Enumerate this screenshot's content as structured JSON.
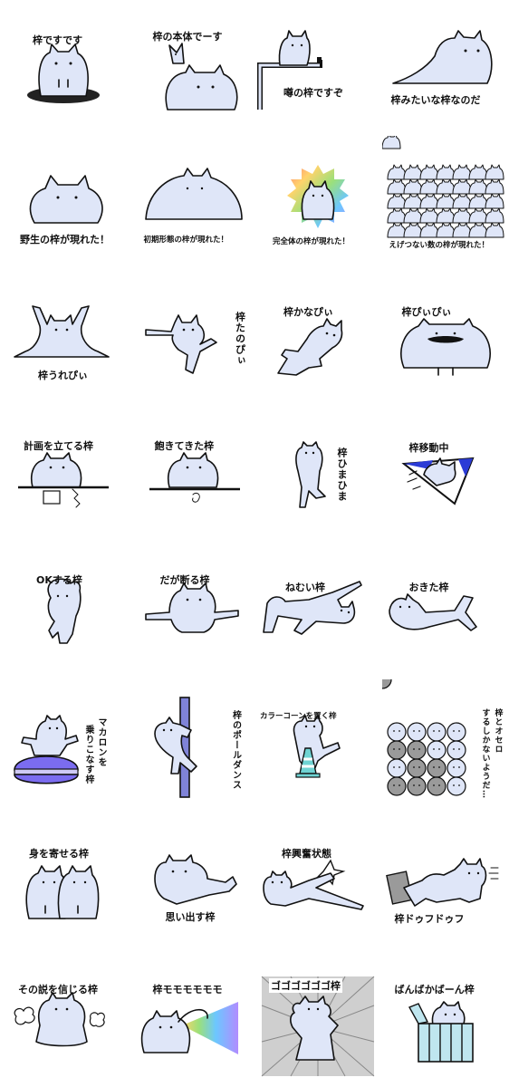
{
  "palette": {
    "cat_fill": "#dfe6f8",
    "outline": "#111111",
    "background": "#ffffff"
  },
  "stickers": [
    {
      "caption": "梓ですです"
    },
    {
      "caption": "梓の本体でーす"
    },
    {
      "caption": "噂の梓ですぞ"
    },
    {
      "caption": "梓みたいな梓なのだ"
    },
    {
      "caption": "野生の梓が現れた！"
    },
    {
      "caption": "初期形態の梓が現れた！"
    },
    {
      "caption": "完全体の梓が現れた！"
    },
    {
      "caption": "えげつない数の梓が現れた！"
    },
    {
      "caption": "梓うれぴぃ"
    },
    {
      "caption": "梓たのぴぃ"
    },
    {
      "caption": "梓かなぴぃ"
    },
    {
      "caption": "梓ぴぃぴぃ"
    },
    {
      "caption": "計画を立てる梓"
    },
    {
      "caption": "飽きてきた梓"
    },
    {
      "caption": "梓ひまひま"
    },
    {
      "caption": "梓移動中"
    },
    {
      "caption": "OKする梓"
    },
    {
      "caption": "だが断る梓"
    },
    {
      "caption": "ねむい梓"
    },
    {
      "caption": "おきた梓"
    },
    {
      "caption": "マカロンを",
      "caption2": "乗りこなす梓"
    },
    {
      "caption": "梓のポールダンス"
    },
    {
      "caption": "カラーコーンを置く梓"
    },
    {
      "caption": "梓とオセロ",
      "caption2": "するしかないようだ…"
    },
    {
      "caption": "身を寄せる梓"
    },
    {
      "caption": "思い出す梓"
    },
    {
      "caption": "梓興奮状態"
    },
    {
      "caption": "梓ドゥフドゥフ"
    },
    {
      "caption": "その説を信じる梓"
    },
    {
      "caption": "梓モモモモモモ"
    },
    {
      "caption": "ゴゴゴゴゴゴ梓"
    },
    {
      "caption": "ばんばかばーん梓"
    }
  ]
}
